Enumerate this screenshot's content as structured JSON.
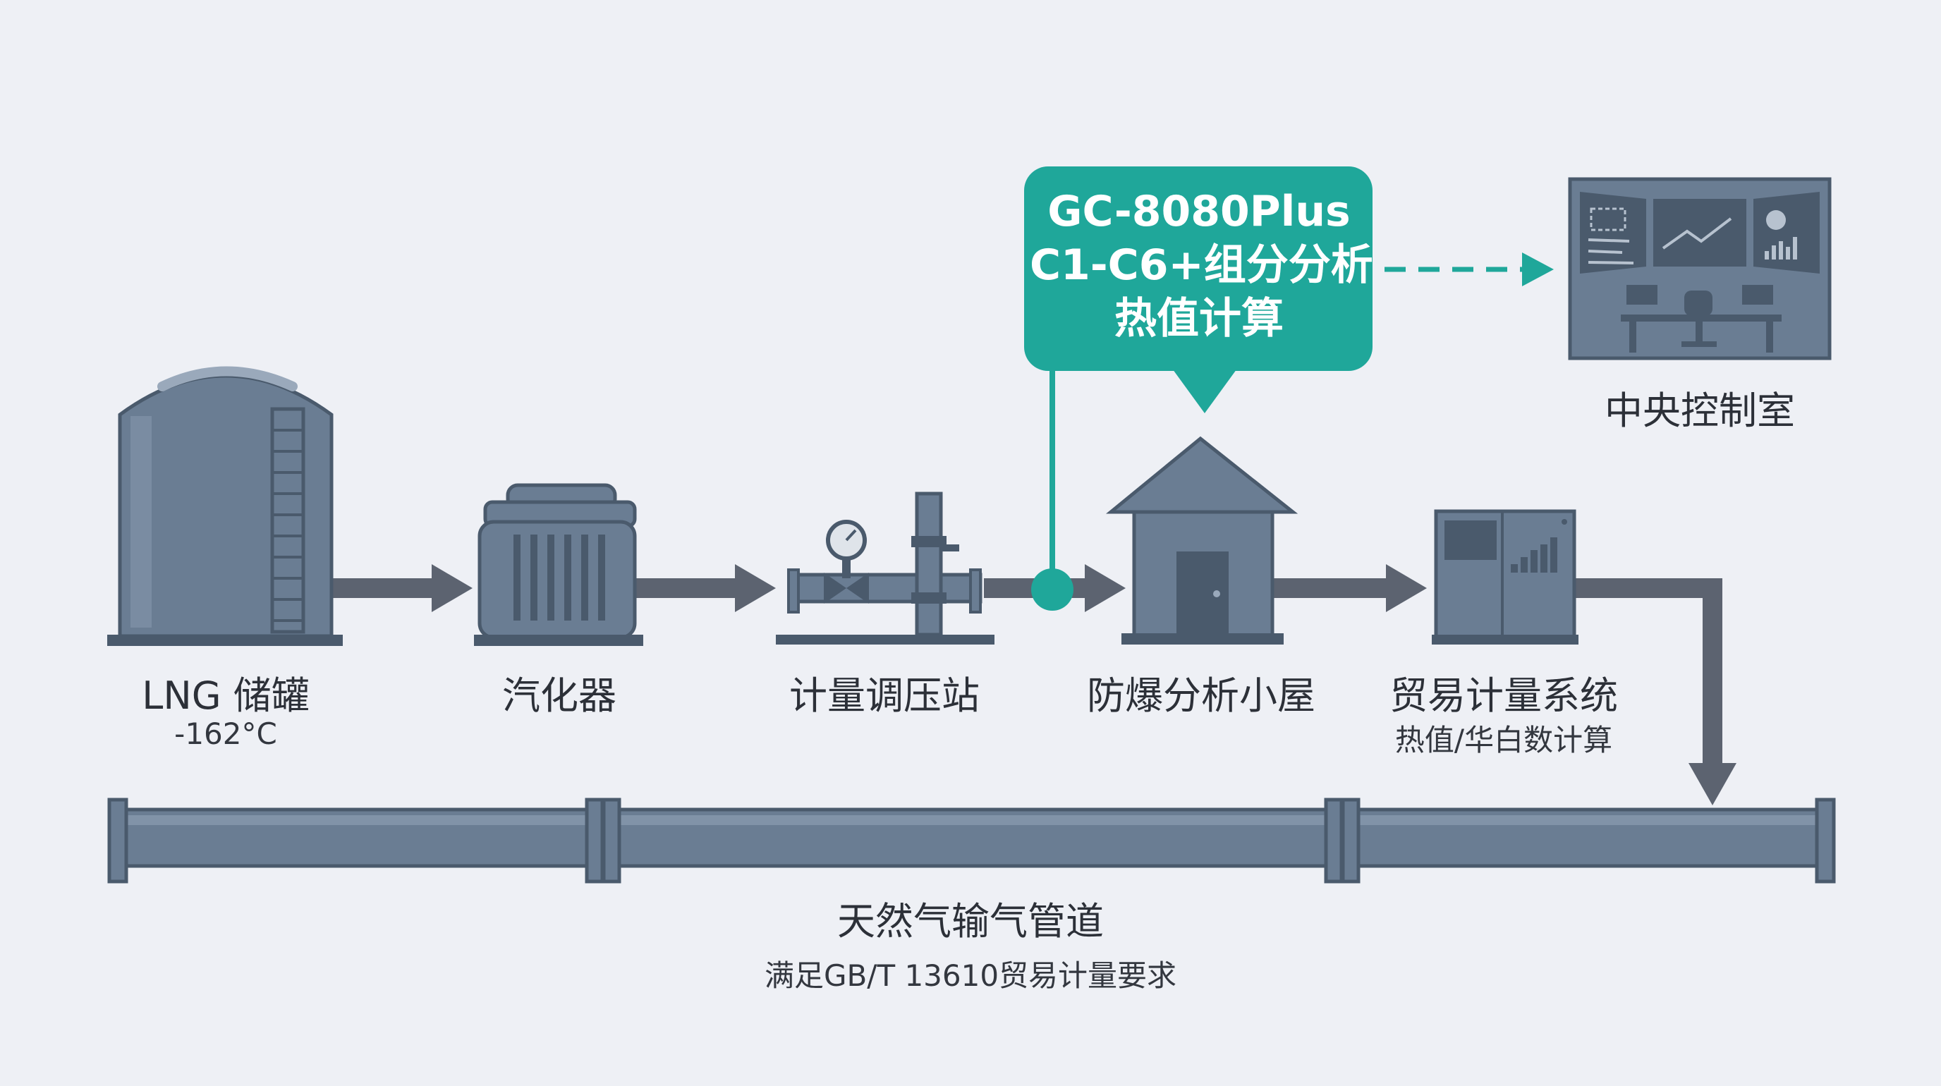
{
  "colors": {
    "background": "#eef0f5",
    "equipment": "#6a7d93",
    "equipment_dark": "#4a5a6c",
    "arrow": "#5c6370",
    "analyzer_accent": "#1fa79a",
    "text": "#2c3038"
  },
  "analyzer_callout": {
    "line1": "GC-8080Plus",
    "line2": "C1-C6+组分分析",
    "line3": "热值计算"
  },
  "stations": {
    "lng_tank": {
      "name": "LNG 储罐",
      "sub": "-162°C",
      "icon": "storage-tank-icon"
    },
    "vaporizer": {
      "name": "汽化器",
      "icon": "vaporizer-icon"
    },
    "metering_station": {
      "name": "计量调压站",
      "icon": "pressure-gauge-valve-icon"
    },
    "analyzer_shelter": {
      "name": "防爆分析小屋",
      "icon": "shelter-house-icon"
    },
    "metering_system": {
      "name": "贸易计量系统",
      "sub": "热值/华白数计算",
      "icon": "control-cabinet-icon"
    },
    "control_room": {
      "name": "中央控制室",
      "icon": "control-room-icon"
    }
  },
  "pipeline": {
    "name": "天然气输气管道",
    "note": "满足GB/T 13610贸易计量要求"
  }
}
